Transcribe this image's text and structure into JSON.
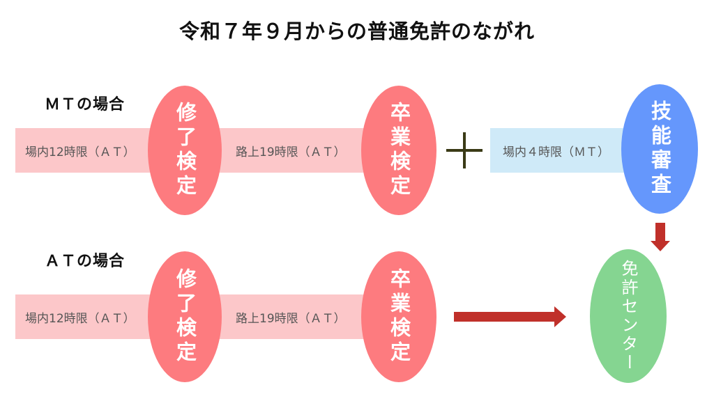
{
  "title": "令和７年９月からの普通免許のながれ",
  "mt": {
    "label": "ＭＴの場合",
    "step1": "場内12時限（ＡＴ）",
    "exam1": "修了検定",
    "step2": "路上19時限（ＡＴ）",
    "exam2": "卒業検定",
    "plus": "＋",
    "step3": "場内４時限（ＭＴ）",
    "exam3": "技能審査"
  },
  "at": {
    "label": "ＡＴの場合",
    "step1": "場内12時限（ＡＴ）",
    "exam1": "修了検定",
    "step2": "路上19時限（ＡＴ）",
    "exam2": "卒業検定"
  },
  "destination": "免許センター",
  "colors": {
    "pink_bar": "#fcc7c9",
    "blue_bar": "#cfeaf8",
    "red_ellipse": "#fd7b7f",
    "blue_ellipse": "#6597fc",
    "green_ellipse": "#85d591",
    "arrow": "#c0302a"
  }
}
